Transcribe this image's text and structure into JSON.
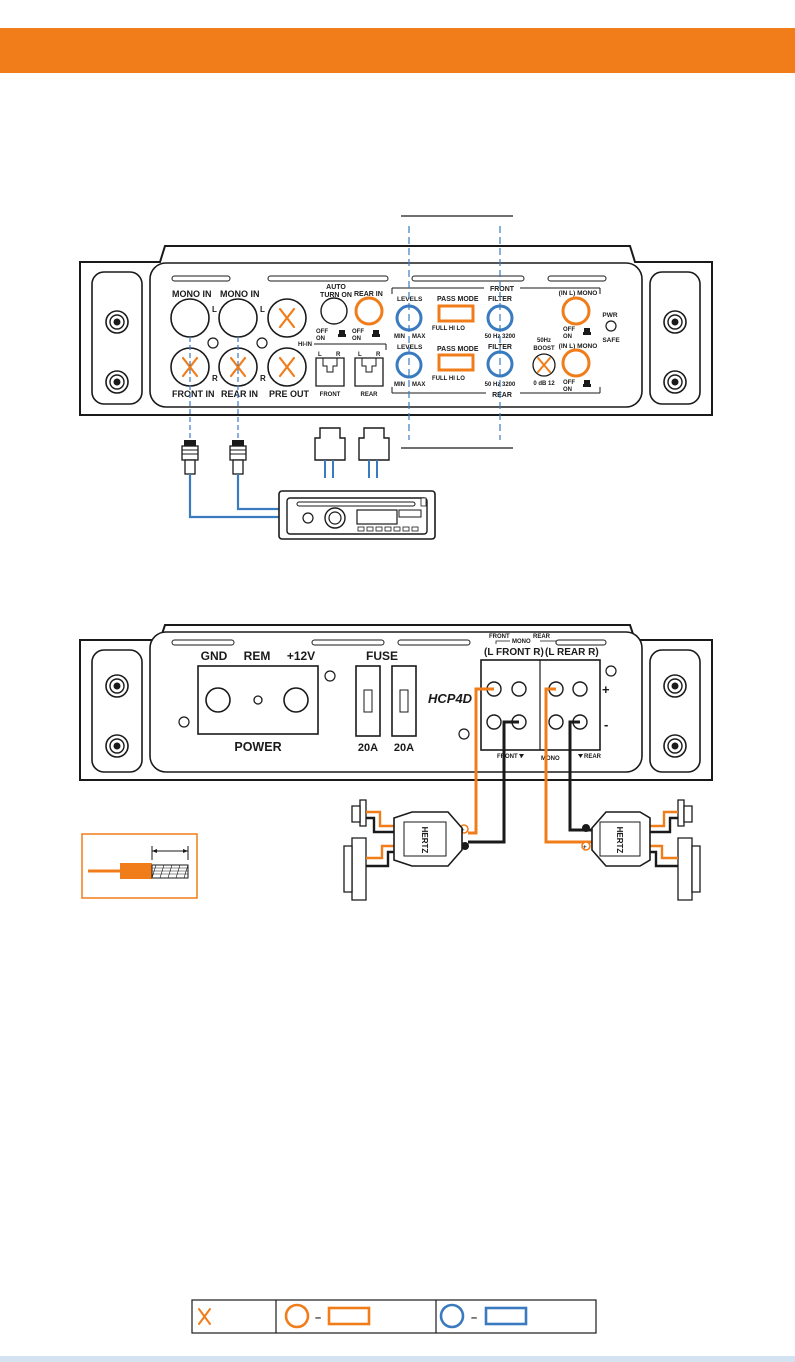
{
  "panel1": {
    "mono_in_left": "MONO IN",
    "mono_in_right": "MONO IN",
    "ch_l": "L",
    "ch_r": "R",
    "front_in": "FRONT IN",
    "rear_in": "REAR IN",
    "pre_out": "PRE OUT",
    "auto_turn_on_1": "AUTO",
    "auto_turn_on_2": "TURN ON",
    "off": "OFF",
    "on": "ON",
    "rear_in_top": "REAR IN",
    "hi_in": "HI-IN",
    "hi_front": "FRONT",
    "hi_rear": "REAR",
    "levels": "LEVELS",
    "min": "MIN",
    "max": "MAX",
    "pass_mode": "PASS MODE",
    "pass_opts": "FULL   HI    LO",
    "filter": "FILTER",
    "filter_range": "50  Hz  3200",
    "front": "FRONT",
    "rear": "REAR",
    "boost_1": "50Hz",
    "boost_2": "BOOST",
    "boost_range": "0   dB  12",
    "in_l_mono": "(IN L) MONO",
    "pwr": "PWR",
    "safe": "SAFE"
  },
  "panel2": {
    "gnd": "GND",
    "rem": "REM",
    "v12": "+12V",
    "fuse": "FUSE",
    "power": "POWER",
    "fuse_a": "20A",
    "fuse_b": "20A",
    "model": "HCP4D",
    "bridge_front": "FRONT",
    "bridge_mono": "MONO",
    "bridge_rear": "REAR",
    "l_front_r": "(L  FRONT  R)",
    "l_rear_r": "(L  REAR  R)",
    "plus": "+",
    "minus": "-",
    "bottom_front": "FRONT",
    "bottom_mono": "MONO",
    "bottom_rear": "REAR",
    "speaker_brand": "HERTZ",
    "terminal_plus": "+",
    "terminal_minus": "-"
  },
  "legend": {
    "dash_a": "–",
    "dash_b": "–"
  },
  "colors": {
    "orange": "#f07d1a",
    "blue": "#3a7bbf",
    "dark": "#1a1a1a"
  }
}
